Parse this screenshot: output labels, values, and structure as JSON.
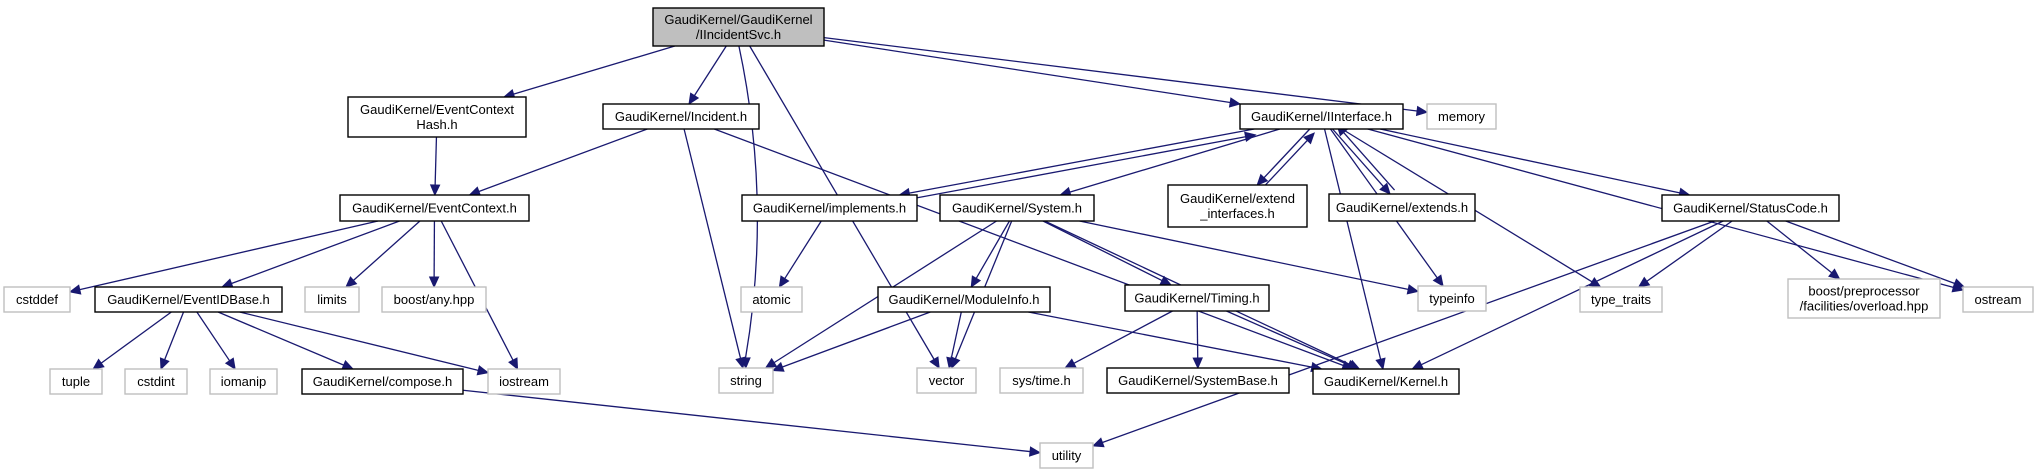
{
  "diagram": {
    "title": "GaudiKernel/GaudiKernel/IIncidentSvc.h include dependency graph",
    "colors": {
      "edge": "#191970",
      "root_fill": "#bfbfbf",
      "internal_border": "#000000",
      "external_border": "#bfbfbf"
    },
    "nodes": [
      {
        "id": "root",
        "kind": "root",
        "lines": [
          "GaudiKernel/GaudiKernel",
          "/IIncidentSvc.h"
        ]
      },
      {
        "id": "ech",
        "kind": "internal",
        "lines": [
          "GaudiKernel/EventContext",
          "Hash.h"
        ]
      },
      {
        "id": "incident",
        "kind": "internal",
        "lines": [
          "GaudiKernel/Incident.h"
        ]
      },
      {
        "id": "iinterface",
        "kind": "internal",
        "lines": [
          "GaudiKernel/IInterface.h"
        ]
      },
      {
        "id": "memory",
        "kind": "external",
        "lines": [
          "memory"
        ]
      },
      {
        "id": "ec",
        "kind": "internal",
        "lines": [
          "GaudiKernel/EventContext.h"
        ]
      },
      {
        "id": "implements",
        "kind": "internal",
        "lines": [
          "GaudiKernel/implements.h"
        ]
      },
      {
        "id": "system",
        "kind": "internal",
        "lines": [
          "GaudiKernel/System.h"
        ]
      },
      {
        "id": "extendif",
        "kind": "internal",
        "lines": [
          "GaudiKernel/extend",
          "_interfaces.h"
        ]
      },
      {
        "id": "extends",
        "kind": "internal",
        "lines": [
          "GaudiKernel/extends.h"
        ]
      },
      {
        "id": "statuscode",
        "kind": "internal",
        "lines": [
          "GaudiKernel/StatusCode.h"
        ]
      },
      {
        "id": "cstddef",
        "kind": "external",
        "lines": [
          "cstddef"
        ]
      },
      {
        "id": "eidbase",
        "kind": "internal",
        "lines": [
          "GaudiKernel/EventIDBase.h"
        ]
      },
      {
        "id": "limits",
        "kind": "external",
        "lines": [
          "limits"
        ]
      },
      {
        "id": "boostany",
        "kind": "external",
        "lines": [
          "boost/any.hpp"
        ]
      },
      {
        "id": "atomic",
        "kind": "external",
        "lines": [
          "atomic"
        ]
      },
      {
        "id": "moduleinfo",
        "kind": "internal",
        "lines": [
          "GaudiKernel/ModuleInfo.h"
        ]
      },
      {
        "id": "timing",
        "kind": "internal",
        "lines": [
          "GaudiKernel/Timing.h"
        ]
      },
      {
        "id": "typeinfo",
        "kind": "external",
        "lines": [
          "typeinfo"
        ]
      },
      {
        "id": "typetraits",
        "kind": "external",
        "lines": [
          "type_traits"
        ]
      },
      {
        "id": "boostpp",
        "kind": "external",
        "lines": [
          "boost/preprocessor",
          "/facilities/overload.hpp"
        ]
      },
      {
        "id": "ostream",
        "kind": "external",
        "lines": [
          "ostream"
        ]
      },
      {
        "id": "tuple",
        "kind": "external",
        "lines": [
          "tuple"
        ]
      },
      {
        "id": "cstdint",
        "kind": "external",
        "lines": [
          "cstdint"
        ]
      },
      {
        "id": "iomanip",
        "kind": "external",
        "lines": [
          "iomanip"
        ]
      },
      {
        "id": "compose",
        "kind": "internal",
        "lines": [
          "GaudiKernel/compose.h"
        ]
      },
      {
        "id": "iostream",
        "kind": "external",
        "lines": [
          "iostream"
        ]
      },
      {
        "id": "string",
        "kind": "external",
        "lines": [
          "string"
        ]
      },
      {
        "id": "vector",
        "kind": "external",
        "lines": [
          "vector"
        ]
      },
      {
        "id": "systime",
        "kind": "external",
        "lines": [
          "sys/time.h"
        ]
      },
      {
        "id": "systembase",
        "kind": "internal",
        "lines": [
          "GaudiKernel/SystemBase.h"
        ]
      },
      {
        "id": "kernel",
        "kind": "internal",
        "lines": [
          "GaudiKernel/Kernel.h"
        ]
      },
      {
        "id": "utility",
        "kind": "external",
        "lines": [
          "utility"
        ]
      }
    ],
    "edges": [
      {
        "from": "root",
        "to": "ech"
      },
      {
        "from": "root",
        "to": "incident"
      },
      {
        "from": "root",
        "to": "iinterface"
      },
      {
        "from": "root",
        "to": "memory"
      },
      {
        "from": "root",
        "to": "string"
      },
      {
        "from": "root",
        "to": "vector"
      },
      {
        "from": "ech",
        "to": "ec"
      },
      {
        "from": "incident",
        "to": "ec"
      },
      {
        "from": "incident",
        "to": "string"
      },
      {
        "from": "incident",
        "to": "kernel"
      },
      {
        "from": "ec",
        "to": "cstddef"
      },
      {
        "from": "ec",
        "to": "eidbase"
      },
      {
        "from": "ec",
        "to": "limits"
      },
      {
        "from": "ec",
        "to": "boostany"
      },
      {
        "from": "ec",
        "to": "iostream"
      },
      {
        "from": "eidbase",
        "to": "tuple"
      },
      {
        "from": "eidbase",
        "to": "cstdint"
      },
      {
        "from": "eidbase",
        "to": "iomanip"
      },
      {
        "from": "eidbase",
        "to": "compose"
      },
      {
        "from": "eidbase",
        "to": "iostream"
      },
      {
        "from": "compose",
        "to": "utility"
      },
      {
        "from": "iinterface",
        "to": "implements"
      },
      {
        "from": "implements",
        "to": "iinterface"
      },
      {
        "from": "iinterface",
        "to": "system"
      },
      {
        "from": "iinterface",
        "to": "extendif"
      },
      {
        "from": "extendif",
        "to": "iinterface"
      },
      {
        "from": "iinterface",
        "to": "extends"
      },
      {
        "from": "extends",
        "to": "iinterface"
      },
      {
        "from": "iinterface",
        "to": "typeinfo"
      },
      {
        "from": "iinterface",
        "to": "kernel"
      },
      {
        "from": "iinterface",
        "to": "typetraits"
      },
      {
        "from": "iinterface",
        "to": "statuscode"
      },
      {
        "from": "iinterface",
        "to": "ostream"
      },
      {
        "from": "implements",
        "to": "atomic"
      },
      {
        "from": "system",
        "to": "string"
      },
      {
        "from": "system",
        "to": "moduleinfo"
      },
      {
        "from": "system",
        "to": "vector"
      },
      {
        "from": "system",
        "to": "timing"
      },
      {
        "from": "system",
        "to": "typeinfo"
      },
      {
        "from": "system",
        "to": "kernel"
      },
      {
        "from": "moduleinfo",
        "to": "string"
      },
      {
        "from": "moduleinfo",
        "to": "vector"
      },
      {
        "from": "moduleinfo",
        "to": "kernel"
      },
      {
        "from": "timing",
        "to": "systime"
      },
      {
        "from": "timing",
        "to": "systembase"
      },
      {
        "from": "timing",
        "to": "kernel"
      },
      {
        "from": "statuscode",
        "to": "typetraits"
      },
      {
        "from": "statuscode",
        "to": "kernel"
      },
      {
        "from": "statuscode",
        "to": "boostpp"
      },
      {
        "from": "statuscode",
        "to": "ostream"
      },
      {
        "from": "statuscode",
        "to": "utility"
      }
    ]
  }
}
